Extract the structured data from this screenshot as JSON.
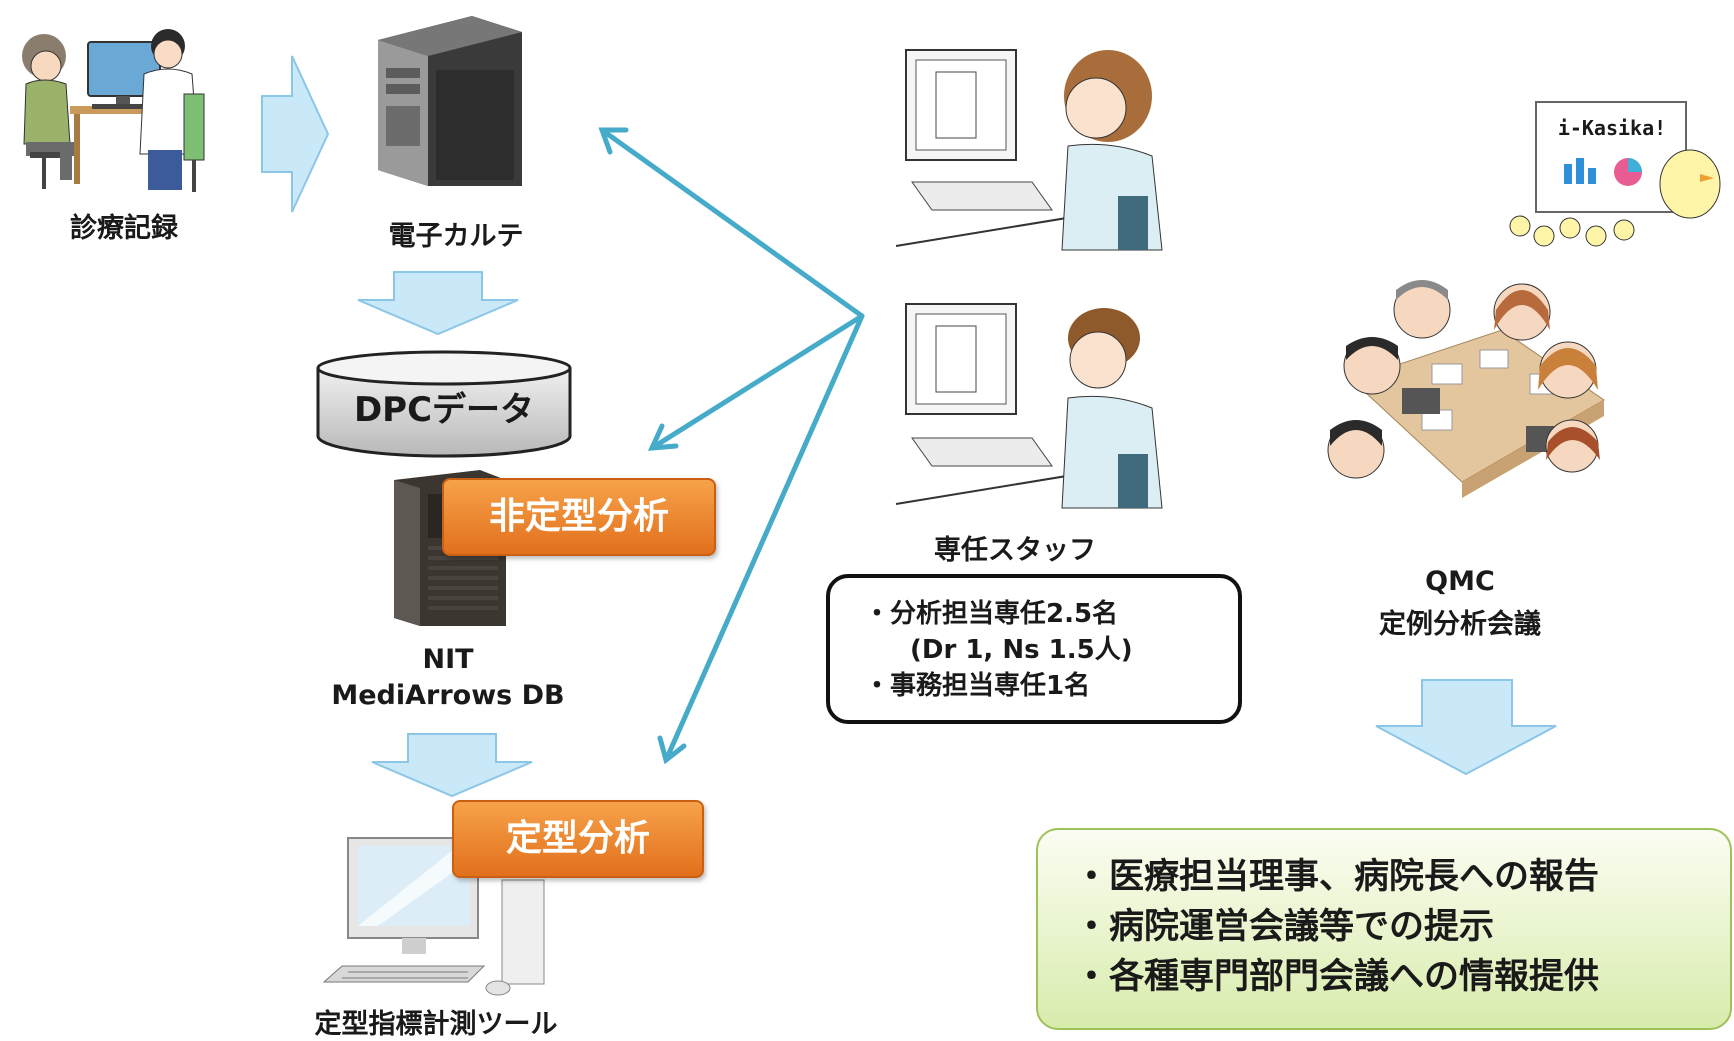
{
  "labels": {
    "medical_record": "診療記録",
    "ehr": "電子カルテ",
    "dpc_data": "DPCデータ",
    "unstructured_analysis": "非定型分析",
    "nit_line1": "NIT",
    "nit_line2": "MediArrows DB",
    "structured_analysis": "定型分析",
    "indicator_tool": "定型指標計測ツール",
    "staff": "専任スタッフ",
    "qmc_line1": "QMC",
    "qmc_line2": "定例分析会議",
    "whiteboard_text": "i-Kasika!"
  },
  "staff_box": {
    "line1": "・分析担当専任2.5名",
    "line2": "(Dr 1, Ns 1.5人)",
    "line3": "・事務担当専任1名"
  },
  "outcomes": [
    "・医療担当理事、病院長への報告",
    "・病院運営会議等での提示",
    "・各種専門部門会議への情報提供"
  ],
  "colors": {
    "flow_arrow": "#c9e9f8",
    "flow_arrow_border": "#8cc6e6",
    "connector": "#45abc9",
    "tag_orange": "#e8782a",
    "outcome_green": "#d8ecac"
  }
}
